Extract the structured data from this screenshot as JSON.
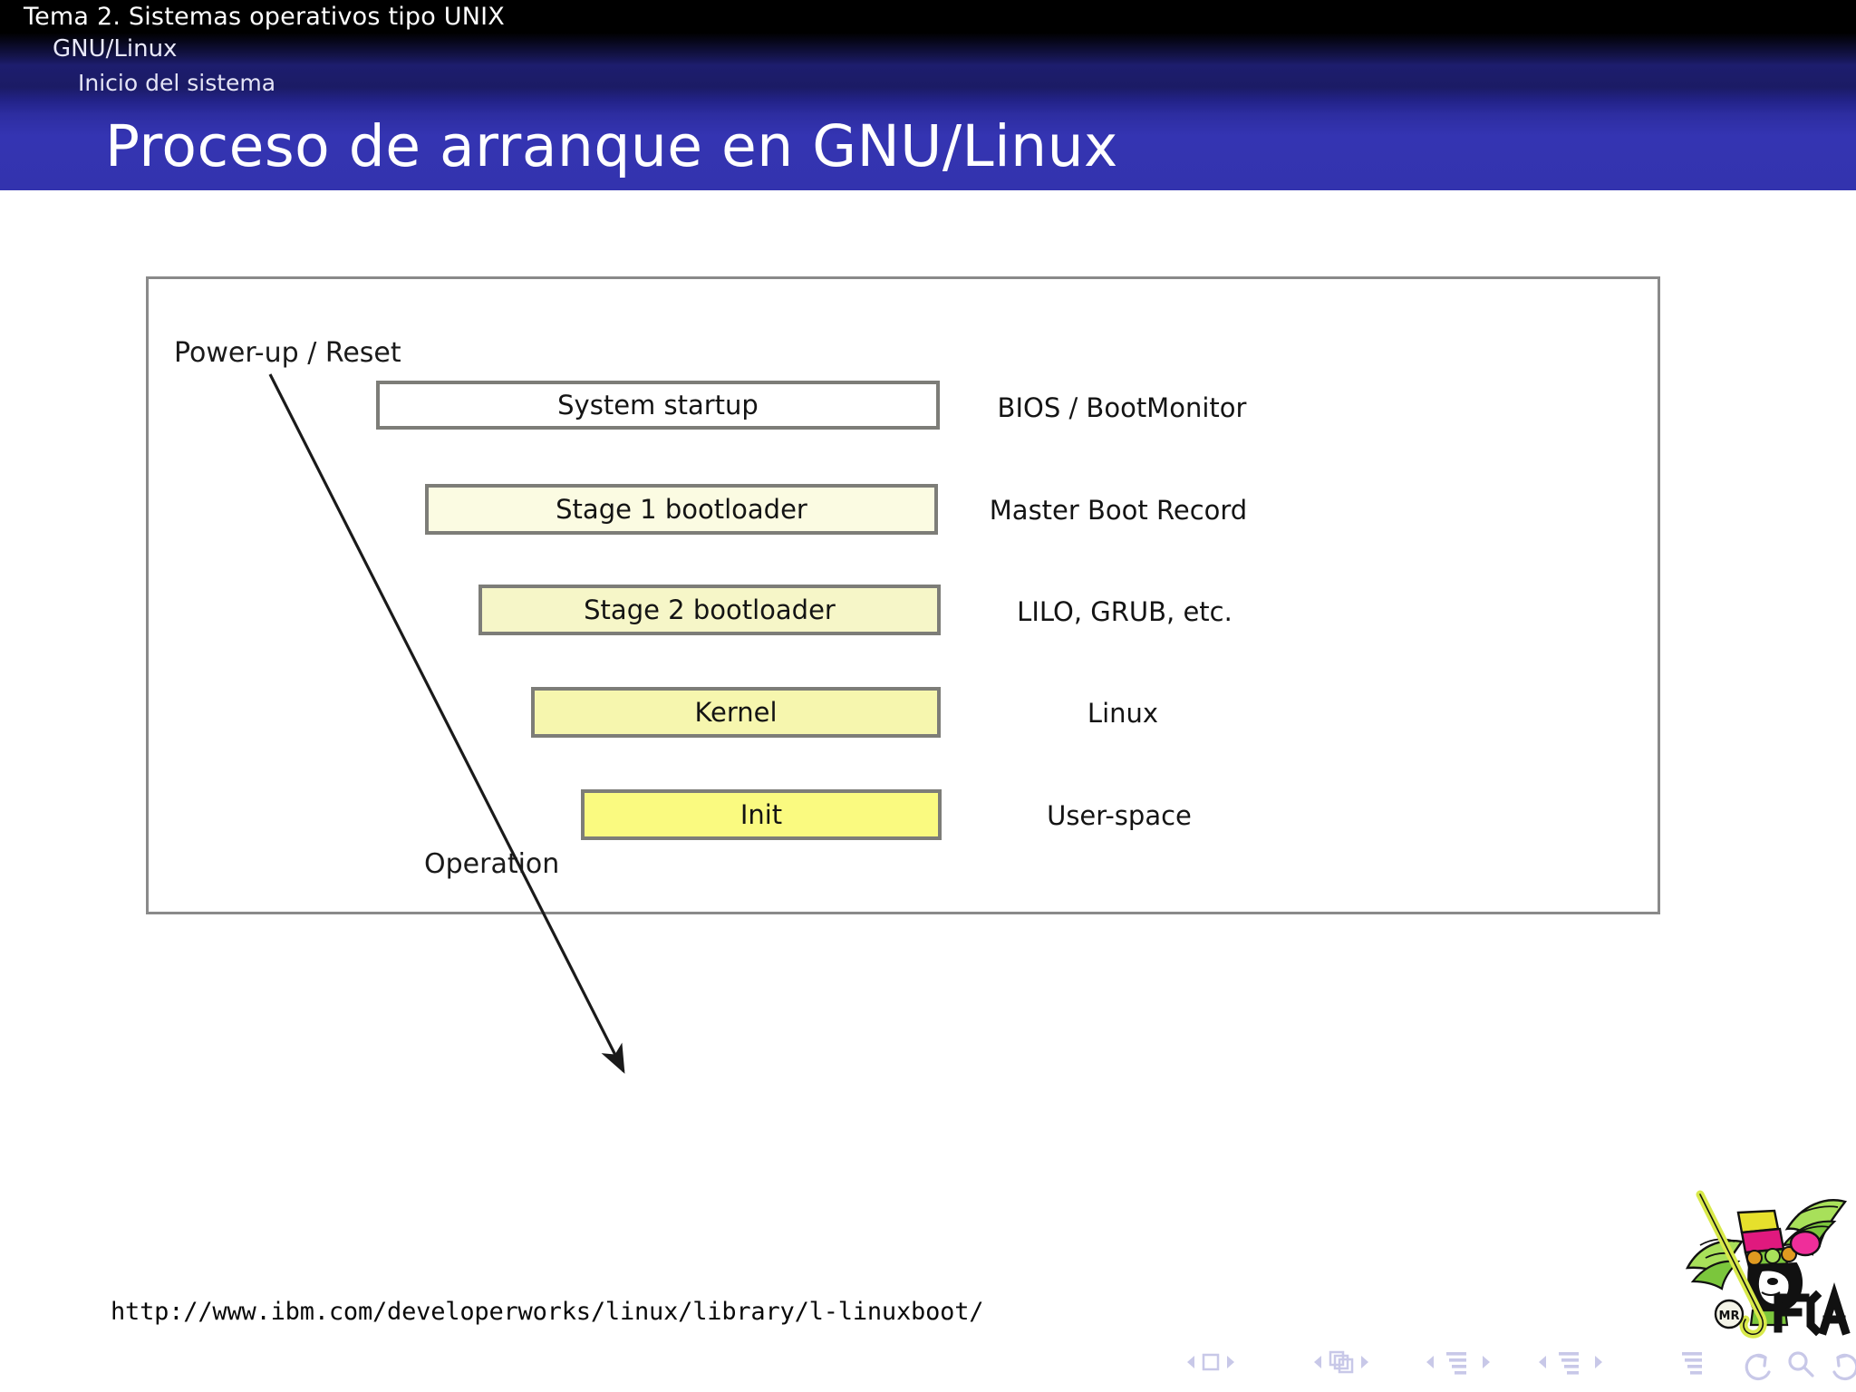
{
  "header": {
    "breadcrumb_line1": "Tema 2. Sistemas operativos tipo UNIX",
    "breadcrumb_line2": "GNU/Linux",
    "breadcrumb_line3": "Inicio del sistema",
    "title": "Proceso de arranque en GNU/Linux",
    "bg_color": "#3333AE",
    "top_bar_color": "#000000"
  },
  "diagram": {
    "type": "flow",
    "annotations": {
      "start_label": "Power-up / Reset",
      "end_label": "Operation"
    },
    "stages": [
      {
        "name": "System startup",
        "side_label": "BIOS / BootMonitor",
        "fill": "#ffffff"
      },
      {
        "name": "Stage 1 bootloader",
        "side_label": "Master Boot Record",
        "fill": "#fbfbe2"
      },
      {
        "name": "Stage 2 bootloader",
        "side_label": "LILO, GRUB, etc.",
        "fill": "#f6f6c8"
      },
      {
        "name": "Kernel",
        "side_label": "Linux",
        "fill": "#f6f6ae"
      },
      {
        "name": "Init",
        "side_label": "User-space",
        "fill": "#fafa80"
      }
    ],
    "border_color": "#7d7d78",
    "frame_border_color": "#8a8a8a"
  },
  "footnote": {
    "url": "http://www.ibm.com/developerworks/linux/library/l-linuxboot/"
  },
  "logo": {
    "mark_text": "FCA",
    "registration_text": "MR"
  },
  "navbar": {
    "groups": [
      {
        "icon": "slide-icon",
        "prev": "prev-slide",
        "next": "next-slide"
      },
      {
        "icon": "frame-icon",
        "prev": "prev-frame",
        "next": "next-frame"
      },
      {
        "icon": "subsection-icon",
        "prev": "prev-subsection",
        "next": "next-subsection"
      },
      {
        "icon": "section-icon",
        "prev": "prev-section",
        "next": "next-section"
      }
    ],
    "doc_icon": "document-icon",
    "back_icon": "go-back-icon",
    "search_icon": "search-icon",
    "forward_icon": "go-forward-icon",
    "color": "#c8c8e8"
  }
}
